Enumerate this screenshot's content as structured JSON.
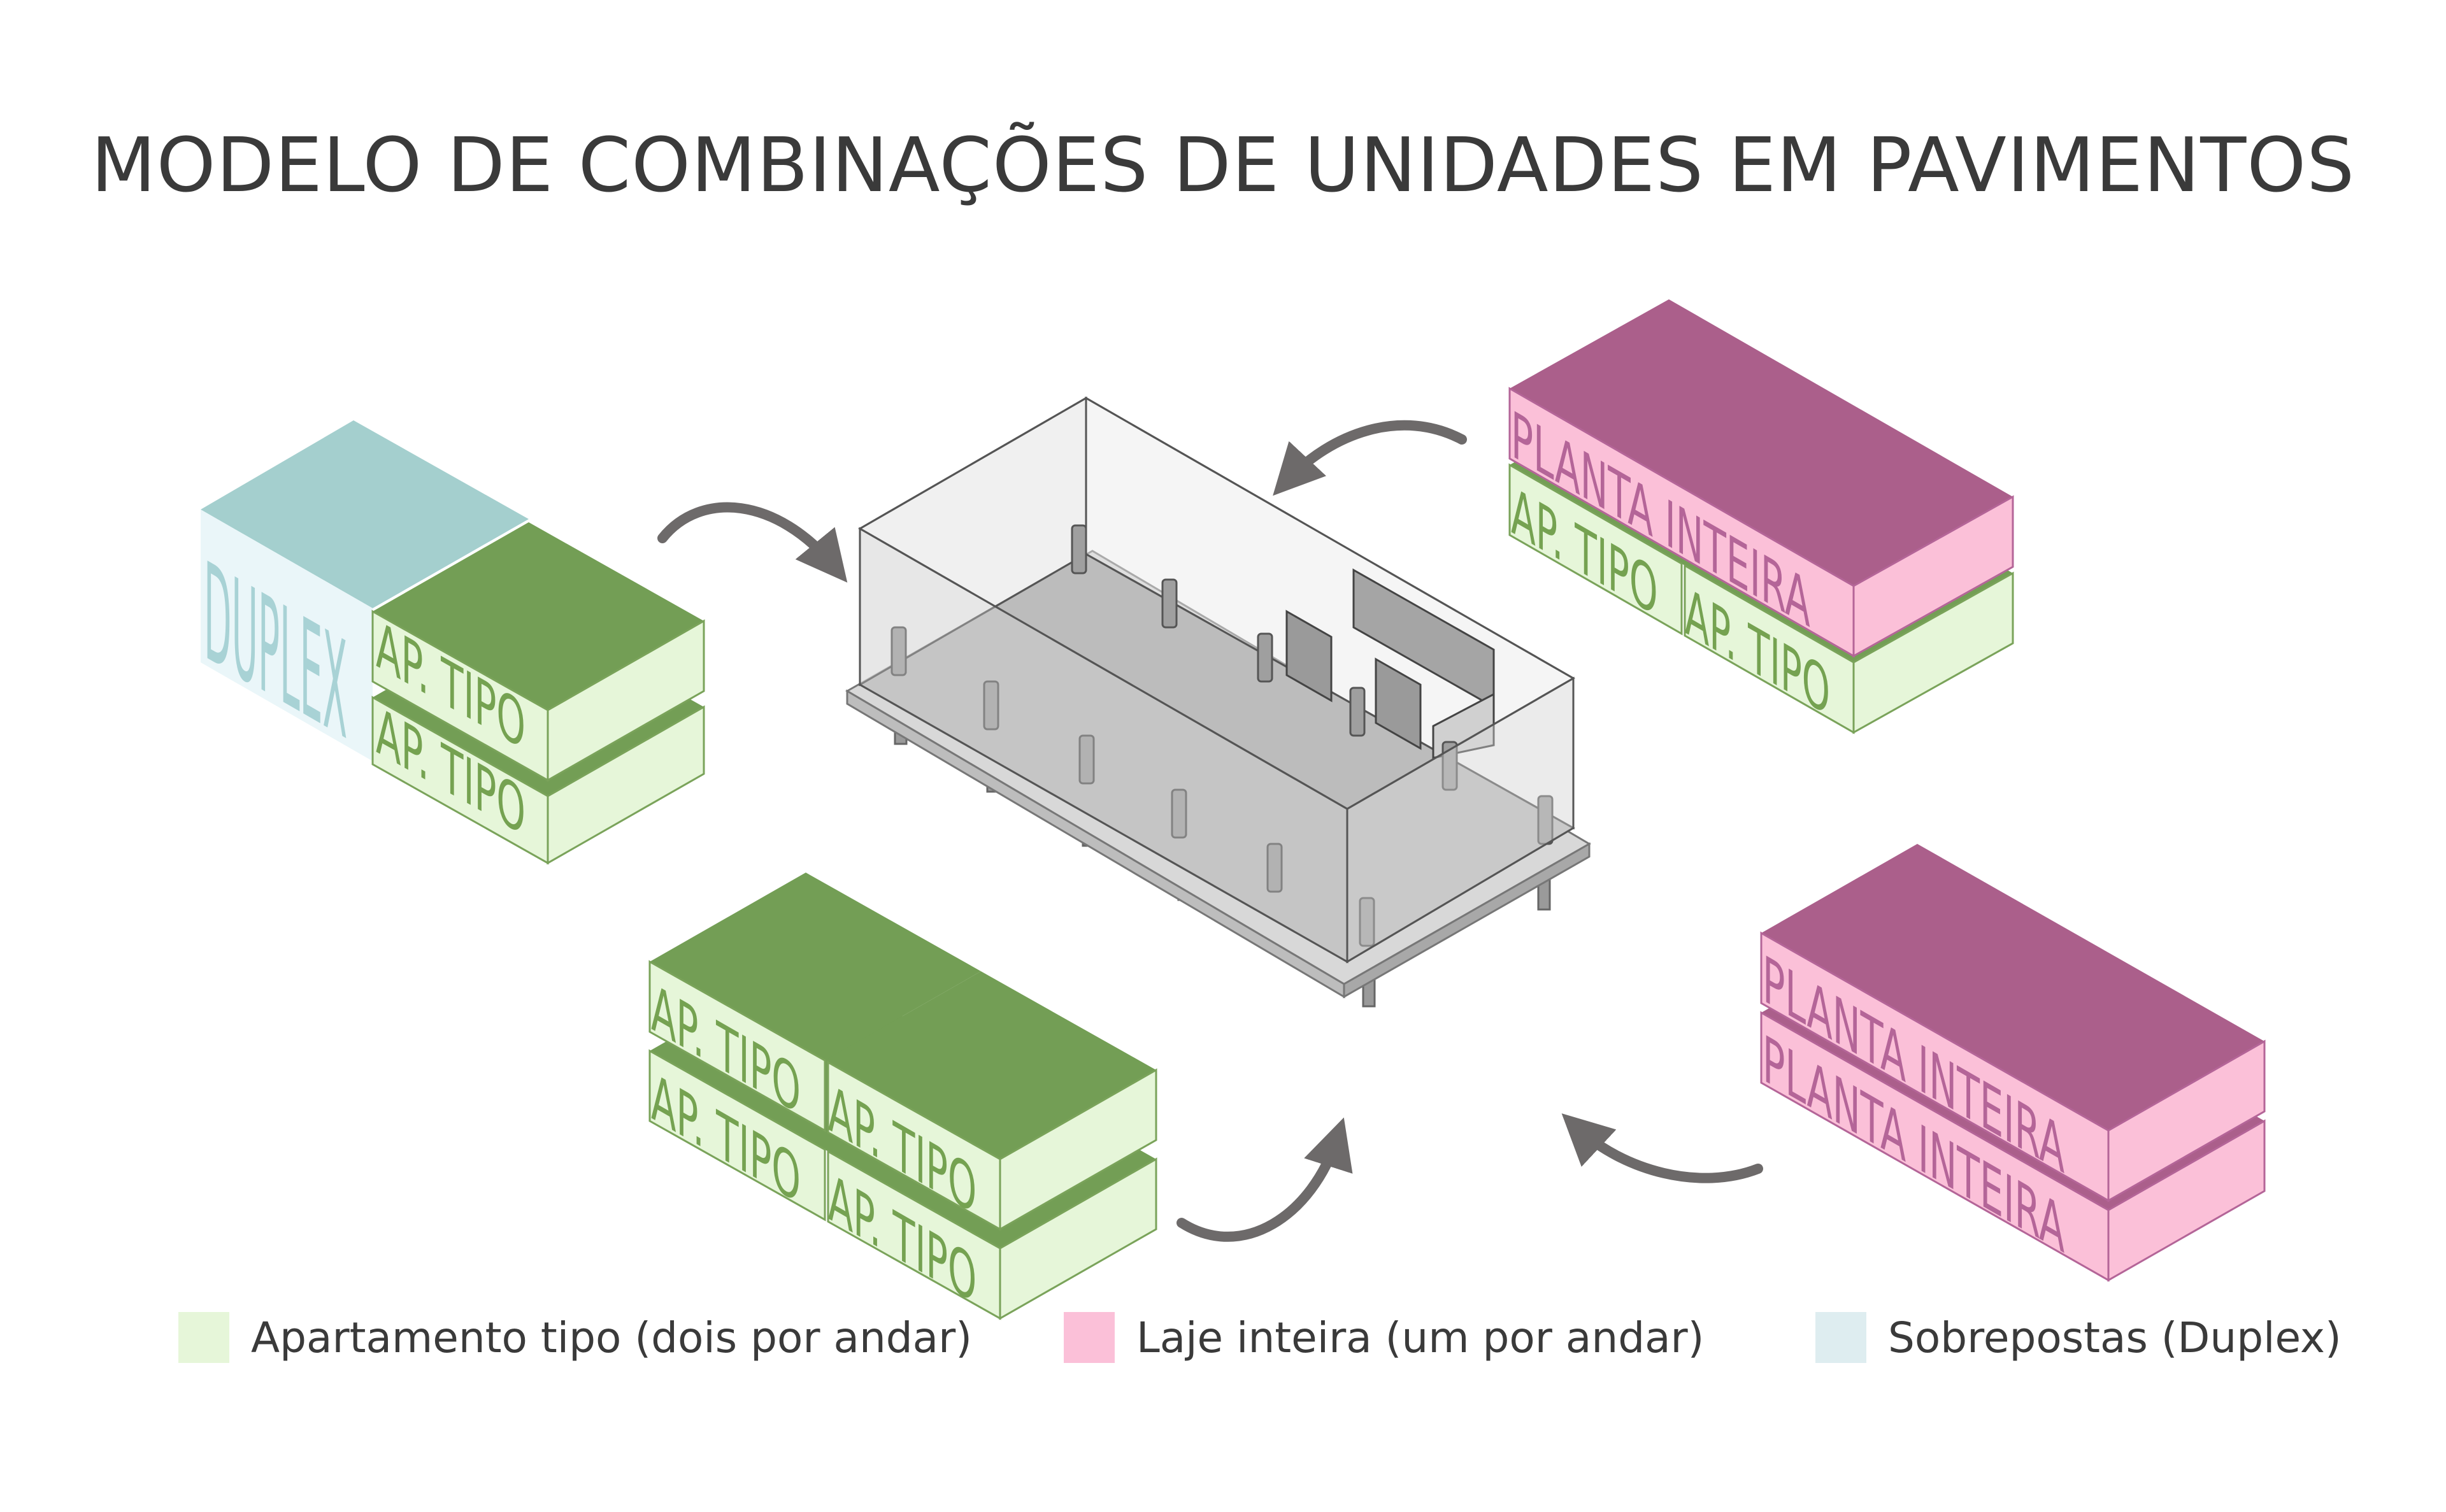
{
  "title": "MODELO DE COMBINAÇÕES DE UNIDADES EM PAVIMENTOS",
  "colors": {
    "apartment_top": "#739e55",
    "apartment_side": "#e6f6d9",
    "apartment_text": "#75a251",
    "full_top": "#ab5f8b",
    "full_side": "#fbc0d8",
    "full_text": "#b46598",
    "duplex_top": "#a4cfce",
    "duplex_side": "#eaf6f9",
    "duplex_text": "#a8d2d5",
    "building_glass": "#e2e2e2",
    "building_floor": "#bdbdbd",
    "arrow": "#6d6a6a"
  },
  "blocks": {
    "duplex_label": "DUPLEX",
    "ap_tipo_label": "AP. TIPO",
    "planta_inteira_label": "PLANTA INTEIRA"
  },
  "legend": [
    {
      "label": "Apartamento tipo (dois por andar)",
      "color": "#e6f6d9"
    },
    {
      "label": "Laje inteira (um por andar)",
      "color": "#fbc0d8"
    },
    {
      "label": "Sobrepostas (Duplex)",
      "color": "#deedf0"
    }
  ]
}
